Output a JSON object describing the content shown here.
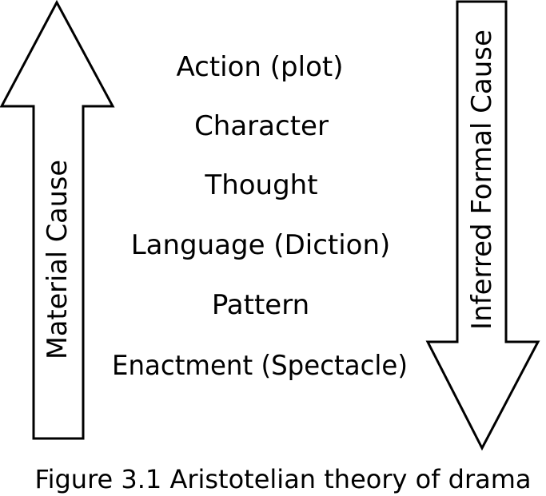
{
  "diagram": {
    "levels": [
      "Action (plot)",
      "Character",
      "Thought",
      "Language (Diction)",
      "Pattern",
      "Enactment (Spectacle)"
    ],
    "left_arrow": {
      "label": "Material Cause",
      "direction": "up"
    },
    "right_arrow": {
      "label": "Inferred Formal Cause",
      "direction": "down"
    },
    "caption": "Figure 3.1 Aristotelian theory of drama"
  }
}
